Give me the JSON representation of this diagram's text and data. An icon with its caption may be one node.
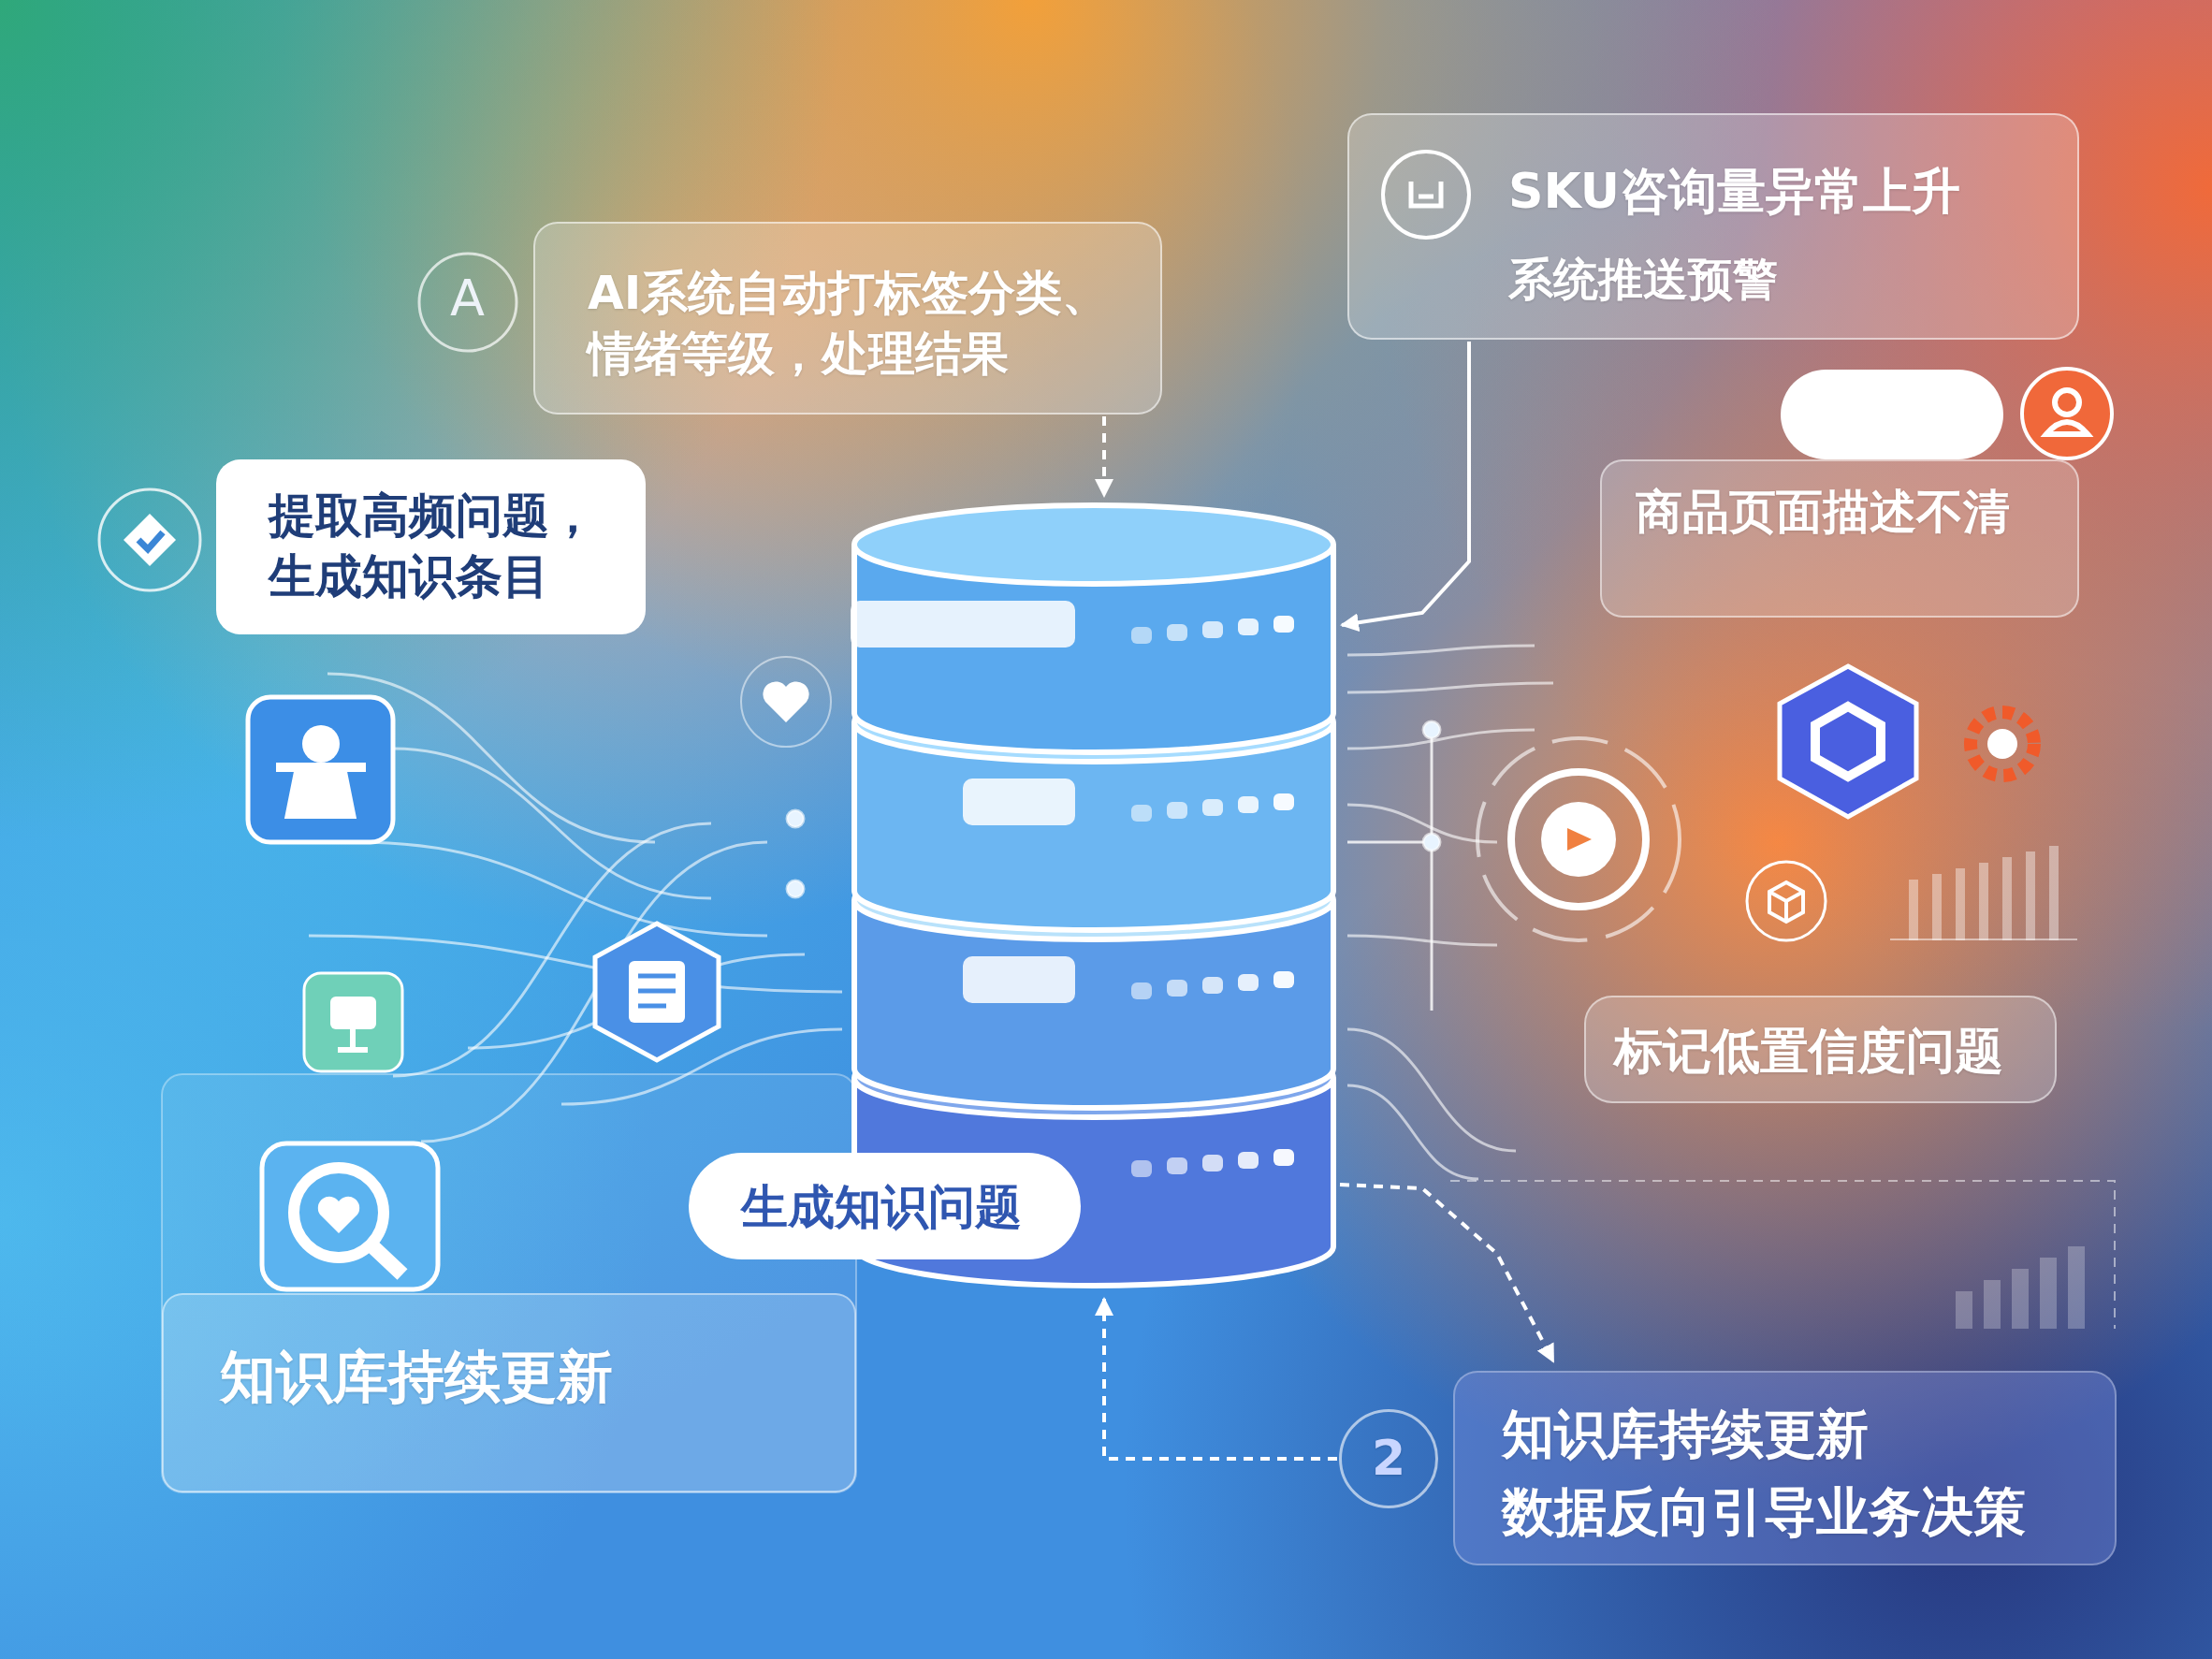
{
  "diagram": {
    "nodes": [
      {
        "text": [],
        "shape": "cylinder"
      },
      {
        "text": [
          "AI系统自动打标签分类、情绪等级，处理结果"
        ]
      },
      {
        "text": [
          "SKU咨询量异常上升",
          "系统推送预警"
        ]
      },
      {
        "text": [
          "提取高频问题，生成知识条目"
        ]
      },
      {
        "text": [
          "商品页面描述不清"
        ]
      },
      {
        "text": [],
        "shape": "box"
      },
      {
        "text": [
          "标记低置信度问题"
        ]
      },
      {
        "text": [
          "生成知识问题"
        ]
      },
      {
        "text": [
          "知识库持续更新"
        ]
      },
      {
        "text": [
          "知识库持续更新",
          "数据反向引导业务决策"
        ]
      },
      {
        "text": [
          "2"
        ]
      }
    ],
    "edges": [
      {
        "from": 1,
        "to": 0,
        "arrow": "to",
        "style": "dashed"
      },
      {
        "from": 2,
        "to": 0,
        "arrow": "to"
      },
      {
        "from": 0,
        "to": 9,
        "arrow": "to",
        "style": "dashed"
      },
      {
        "from": 10,
        "to": 0,
        "arrow": "to",
        "style": "dashed"
      }
    ],
    "labels": [
      "A"
    ]
  }
}
